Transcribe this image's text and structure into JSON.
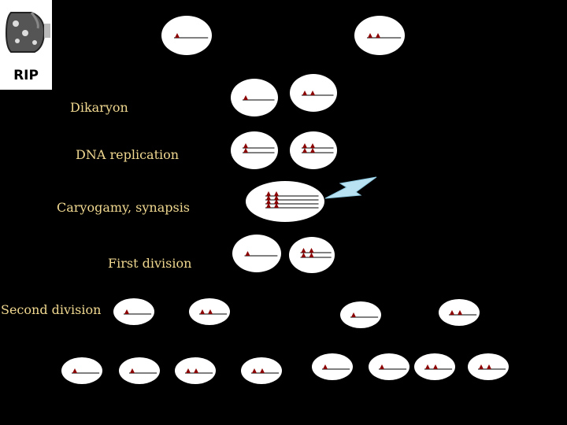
{
  "logo": {
    "text": "RIP",
    "icon": "fungus-icon"
  },
  "stages": {
    "dikaryon": "Dikaryon",
    "dna_replication": "DNA replication",
    "caryogamy": "Caryogamy, synapsis",
    "first_division": "First division",
    "second_division": "Second division"
  },
  "colors": {
    "background": "#000000",
    "nucleus_fill": "#ffffff",
    "marker": "#8b0000",
    "label": "#f0d890",
    "mutagen_bolt": "#b8e2f2"
  },
  "nuclei": {
    "parents": [
      {
        "markers": 1,
        "strands": 1
      },
      {
        "markers": 2,
        "strands": 1
      }
    ],
    "dikaryon": [
      {
        "markers": 1,
        "strands": 1
      },
      {
        "markers": 2,
        "strands": 1
      }
    ],
    "dna_replication": [
      {
        "markers": 1,
        "strands": 2
      },
      {
        "markers": 2,
        "strands": 2
      }
    ],
    "caryogamy": [
      {
        "markers": 2,
        "strands": 4
      }
    ],
    "first_division": [
      {
        "markers": 1,
        "strands": 1
      },
      {
        "markers": 2,
        "strands": 2
      }
    ],
    "second_division": [
      {
        "markers": 1,
        "strands": 1
      },
      {
        "markers": 2,
        "strands": 1
      },
      {
        "markers": 1,
        "strands": 1
      },
      {
        "markers": 2,
        "strands": 1
      }
    ],
    "spores": [
      {
        "markers": 1
      },
      {
        "markers": 1
      },
      {
        "markers": 2
      },
      {
        "markers": 2
      },
      {
        "markers": 1
      },
      {
        "markers": 1
      },
      {
        "markers": 2
      },
      {
        "markers": 2
      }
    ]
  }
}
